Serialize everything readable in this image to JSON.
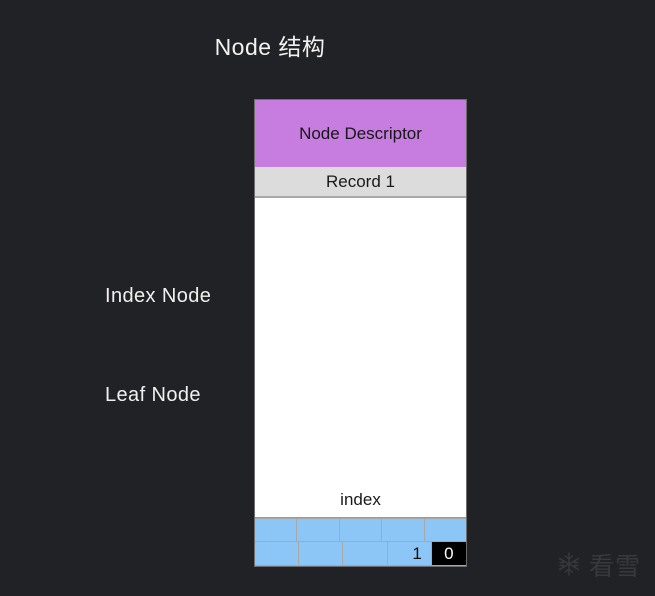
{
  "page": {
    "title": "Node 结构",
    "background_color": "#212225"
  },
  "labels": {
    "index_node": "Index Node",
    "leaf_node": "Leaf Node"
  },
  "node_box": {
    "descriptor": {
      "text": "Node Descriptor",
      "color": "#c77de0"
    },
    "record": {
      "text": "Record 1",
      "color": "#dcdcdc"
    },
    "free_space": {
      "index_label": "index",
      "color": "#ffffff"
    },
    "index_grid": {
      "cell_color": "#8cc6f7",
      "highlight_color": "#000000",
      "rows": [
        [
          {
            "value": "",
            "highlighted": false
          },
          {
            "value": "",
            "highlighted": false
          },
          {
            "value": "",
            "highlighted": false
          },
          {
            "value": "",
            "highlighted": false
          },
          {
            "value": "",
            "highlighted": false
          }
        ],
        [
          {
            "value": "",
            "highlighted": false
          },
          {
            "value": "",
            "highlighted": false
          },
          {
            "value": "",
            "highlighted": false
          },
          {
            "value": "1",
            "highlighted": false
          },
          {
            "value": "0",
            "highlighted": true
          }
        ]
      ]
    }
  },
  "watermark": {
    "icon": "snowflake-icon",
    "text": "看雪",
    "color": "#3a3b3f"
  }
}
